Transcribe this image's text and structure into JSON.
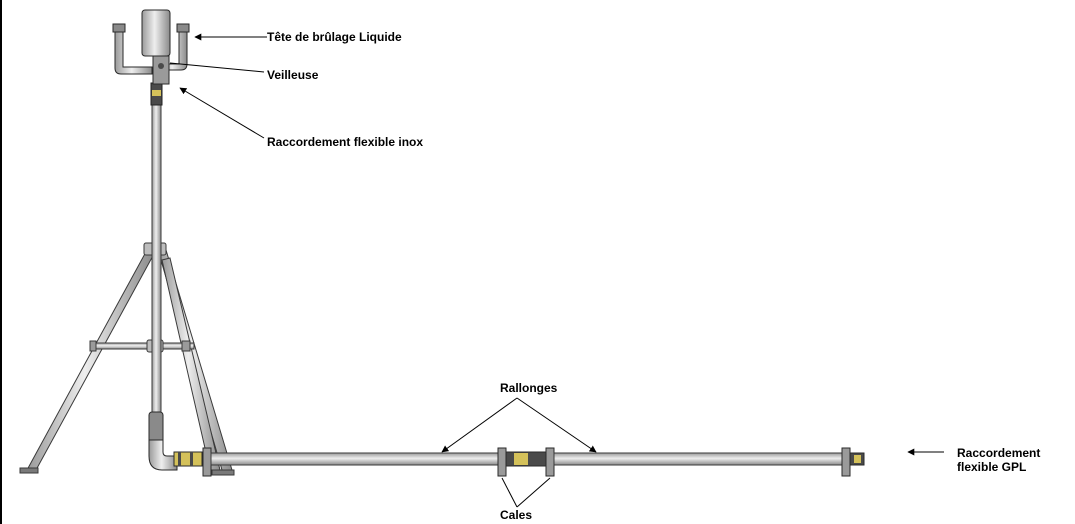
{
  "labels": {
    "burner_head": "Tête de brûlage Liquide",
    "pilot": "Veilleuse",
    "flex_inox": "Raccordement flexible inox",
    "extensions": "Rallonges",
    "wedges": "Cales",
    "gpl_line1": "Raccordement",
    "gpl_line2": "flexible GPL"
  },
  "colors": {
    "pipe_fill": "#c8c8c8",
    "pipe_outline": "#3a3a3a",
    "fitting_yellow": "#d4c15a",
    "fitting_dark": "#4a4a4a",
    "arrow": "#000000"
  }
}
